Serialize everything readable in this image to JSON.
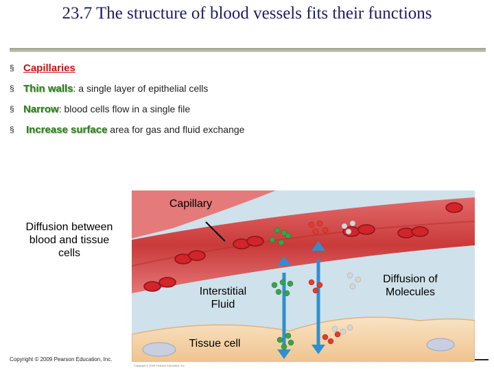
{
  "title": "23.7 The structure of blood vessels fits their functions",
  "bullets": [
    {
      "marker": "§",
      "term": "Capillaries",
      "text": ""
    },
    {
      "marker": "§",
      "term": "Thin walls",
      "text": ": a single layer of epithelial cells"
    },
    {
      "marker": "§",
      "term": "Narrow",
      "text": ": blood cells flow in a single file"
    },
    {
      "marker": "§",
      "term": "Increase surface",
      "text": " area for gas and fluid exchange"
    }
  ],
  "figure": {
    "capillary_label": "Capillary",
    "diffusion_blood_tissue_label": "Diffusion between blood and tissue cells",
    "interstitial_label": "Interstitial Fluid",
    "diffusion_molecules_label": "Diffusion of Molecules",
    "tissue_cell_label": "Tissue cell"
  },
  "copyright": "Copyright © 2009 Pearson Education, Inc.",
  "copyright_small": "Copyright © 2009 Pearson Education, Inc.",
  "colors": {
    "title": "#1c1c64",
    "term_green": "#2e7d1f",
    "term_red": "#cc1111",
    "vessel": "#d84a4a",
    "tissue": "#f6d7ae",
    "fluid_bg": "#cfe1ea",
    "arrow": "#2f8fd0"
  }
}
